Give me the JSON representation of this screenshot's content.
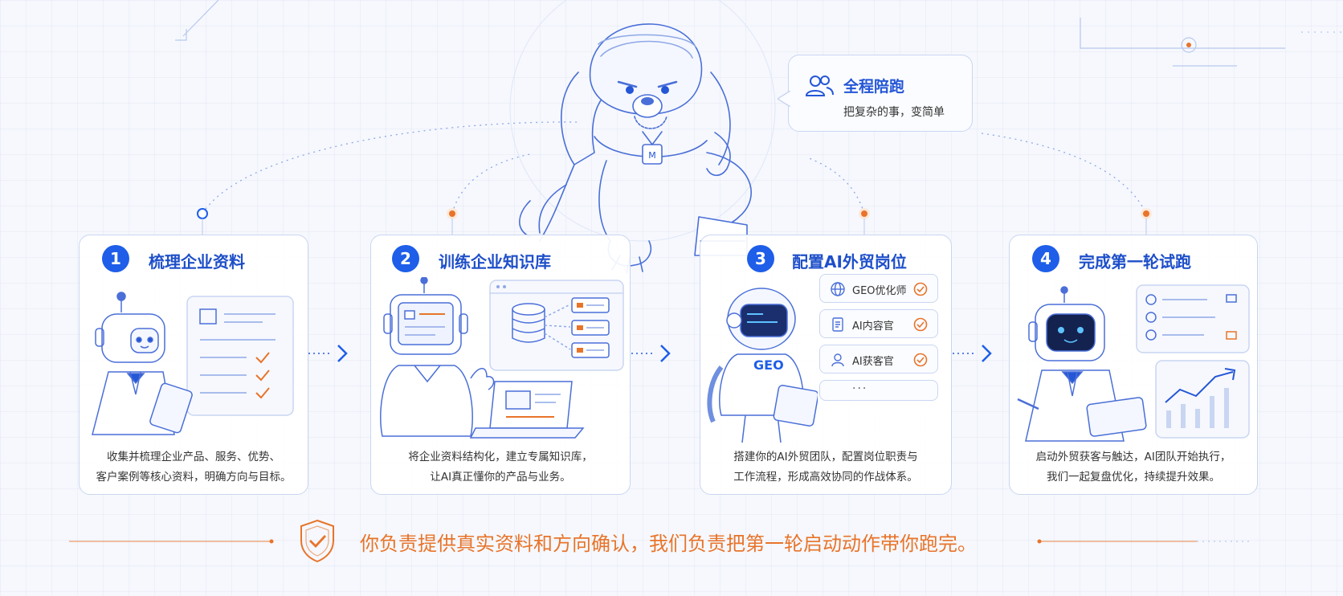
{
  "bubble": {
    "title": "全程陪跑",
    "subtitle": "把复杂的事，变简单",
    "icon": "users-icon"
  },
  "steps": [
    {
      "number": "1",
      "title": "梳理企业资料",
      "desc_lines": [
        "收集并梳理企业产品、服务、优势、",
        "客户案例等核心资料，明确方向与目标。"
      ],
      "illustration": "robot-with-tablet-and-checklist"
    },
    {
      "number": "2",
      "title": "训练企业知识库",
      "desc_lines": [
        "将企业资料结构化，建立专属知识库，",
        "让AI真正懂你的产品与业务。"
      ],
      "illustration": "robot-with-database-and-laptop"
    },
    {
      "number": "3",
      "title": "配置AI外贸岗位",
      "desc_lines": [
        "搭建你的AI外贸团队，配置岗位职责与",
        "工作流程，形成高效协同的作战体系。"
      ],
      "robot_badge": "GEO",
      "roles": [
        {
          "label": "GEO优化师",
          "icon": "globe-icon"
        },
        {
          "label": "AI内容官",
          "icon": "document-icon"
        },
        {
          "label": "AI获客官",
          "icon": "user-icon"
        }
      ],
      "roles_more": "···"
    },
    {
      "number": "4",
      "title": "完成第一轮试跑",
      "desc_lines": [
        "启动外贸获客与触达，AI团队开始执行，",
        "我们一起复盘优化，持续提升效果。"
      ],
      "illustration": "robot-with-dashboard-and-growth-chart"
    }
  ],
  "footer": {
    "text": "你负责提供真实资料和方向确认，我们负责把第一轮启动动作带你跑完。",
    "icon": "shield-check-icon"
  },
  "colors": {
    "primary_blue": "#1e5ee8",
    "accent_orange": "#e8742a",
    "line_blue": "#c9d6f2"
  }
}
